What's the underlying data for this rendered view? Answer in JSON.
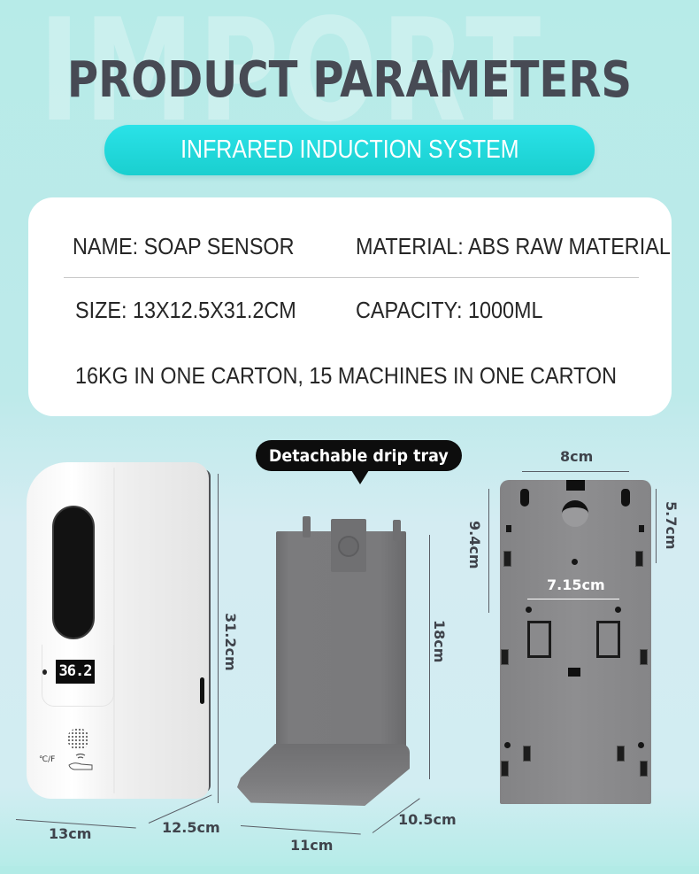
{
  "header": {
    "watermark": "IMPORT",
    "title": "PRODUCT PARAMETERS",
    "subtitle": "INFRARED INDUCTION SYSTEM"
  },
  "specs": {
    "name": "NAME: SOAP SENSOR",
    "material": "MATERIAL: ABS RAW MATERIAL",
    "size": "SIZE: 13X12.5X31.2CM",
    "capacity": "CAPACITY: 1000ML",
    "packing": "16KG IN ONE CARTON, 15 MACHINES IN ONE CARTON"
  },
  "dispenser": {
    "display_value": "36.2",
    "unit_toggle_label": "℃/F",
    "dimensions": {
      "width": "13cm",
      "depth": "12.5cm",
      "height": "31.2cm"
    }
  },
  "drip_tray": {
    "callout": "Detachable drip tray",
    "dimensions": {
      "width": "11cm",
      "depth": "10.5cm",
      "height": "18cm"
    }
  },
  "back_plate": {
    "dimensions": {
      "width": "8cm",
      "left_height": "9.4cm",
      "right_height": "5.7cm",
      "inner_spacing": "7.15cm"
    }
  },
  "colors": {
    "background": "#b7ebe8",
    "title": "#474a54",
    "pill_top": "#2ae2e8",
    "pill_bottom": "#1acfcf",
    "card": "#ffffff",
    "callout": "#0d0d0d",
    "tray_gray": "#7a7a7c"
  }
}
